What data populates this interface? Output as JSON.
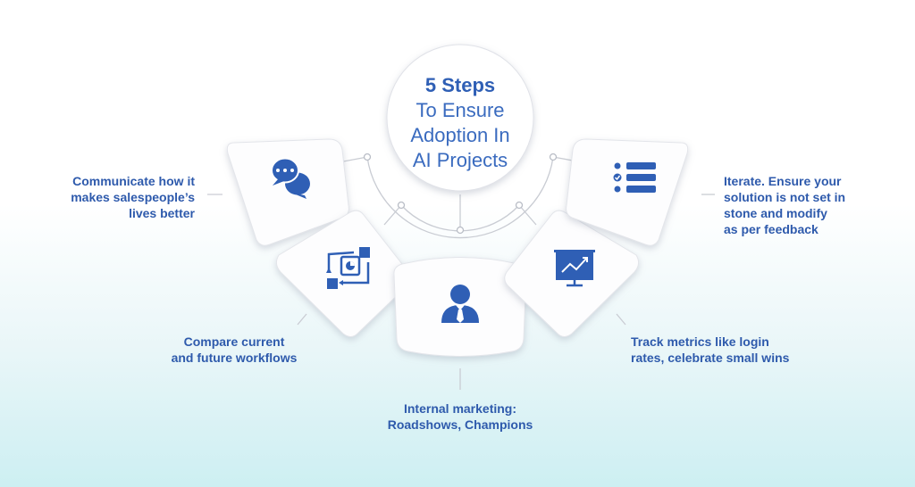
{
  "center": {
    "heading": "5 Steps",
    "lines": [
      "To Ensure",
      "Adoption In",
      "AI Projects"
    ]
  },
  "steps": [
    {
      "icon": "chat-bubbles-icon",
      "lines": [
        "Communicate how it",
        "makes salespeople’s",
        "lives better"
      ]
    },
    {
      "icon": "workflow-icon",
      "lines": [
        "Compare current",
        "and future workflows"
      ]
    },
    {
      "icon": "person-icon",
      "lines": [
        "Internal marketing:",
        "Roadshows, Champions"
      ]
    },
    {
      "icon": "chart-presentation-icon",
      "lines": [
        "Track metrics like login",
        "rates, celebrate small wins"
      ]
    },
    {
      "icon": "checklist-icon",
      "lines": [
        "Iterate. Ensure your",
        "solution is not set in",
        "stone and modify",
        "as per feedback"
      ]
    }
  ],
  "colors": {
    "accent": "#2f5fb5",
    "text": "#2e5aac",
    "line": "#c9ccd3"
  }
}
